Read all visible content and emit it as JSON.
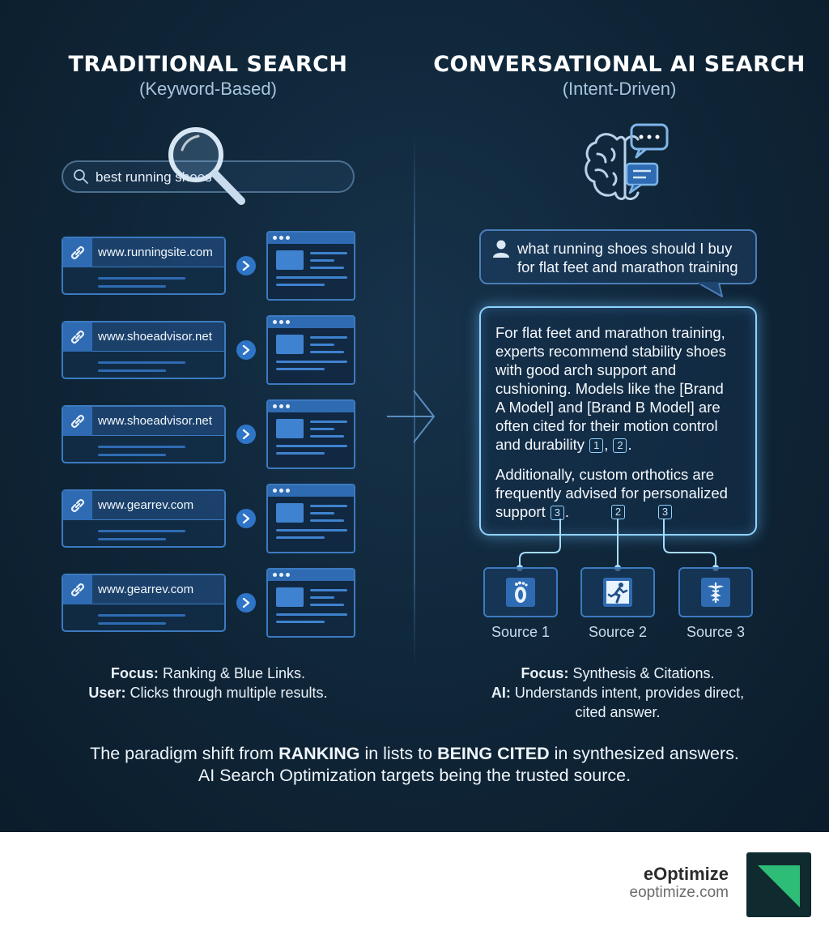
{
  "traditional": {
    "title": "TRADITIONAL SEARCH",
    "subtitle": "(Keyword-Based)",
    "search_query": "best running shoes",
    "results": [
      {
        "url": "www.runningsite.com"
      },
      {
        "url": "www.shoeadvisor.net"
      },
      {
        "url": "www.shoeadvisor.net"
      },
      {
        "url": "www.gearrev.com"
      },
      {
        "url": "www.gearrev.com"
      }
    ],
    "focus_label": "Focus:",
    "focus_text": "Ranking & Blue Links.",
    "user_label": "User:",
    "user_text": "Clicks through multiple results."
  },
  "conversational": {
    "title": "CONVERSATIONAL AI SEARCH",
    "subtitle": "(Intent-Driven)",
    "query_line1": "what running shoes should I buy",
    "query_line2": "for flat feet and marathon training",
    "answer": {
      "p1_lines": [
        "For flat feet and marathon training,",
        "experts recommend stability shoes",
        "with good arch support and",
        "cushioning. Models like the [Brand",
        "A Model] and [Brand B Model] are",
        "often cited for their motion control"
      ],
      "p1_last": "and durability",
      "cite_1": "1",
      "cite_2": "2",
      "p2_line1": "Additionally, custom orthotics are",
      "p2_line2": "frequently advised for personalized",
      "p2_last": "support",
      "cite_3": "3",
      "float_cite_a": "2",
      "float_cite_b": "3"
    },
    "sources": [
      {
        "label": "Source 1",
        "icon": "footprint-icon"
      },
      {
        "label": "Source 2",
        "icon": "runner-icon"
      },
      {
        "label": "Source 3",
        "icon": "caduceus-icon"
      }
    ],
    "focus_label": "Focus:",
    "focus_text": "Synthesis & Citations.",
    "ai_label": "AI:",
    "ai_text_line1": "Understands intent, provides direct,",
    "ai_text_line2": "cited answer."
  },
  "statement": {
    "part1": "The paradigm shift from ",
    "ranking": "RANKING",
    "part2": " in lists to ",
    "being_cited": "BEING CITED",
    "part3": " in synthesized answers.",
    "line2": "AI Search Optimization targets being the trusted source."
  },
  "footer": {
    "brand": "eOptimize",
    "url": "eoptimize.com"
  },
  "colors": {
    "background": "#0f2537",
    "accent_blue": "#2f6bb3",
    "glow": "#8fd3ff",
    "logo_bg": "#0f2b2f",
    "logo_green": "#2ebd77"
  }
}
